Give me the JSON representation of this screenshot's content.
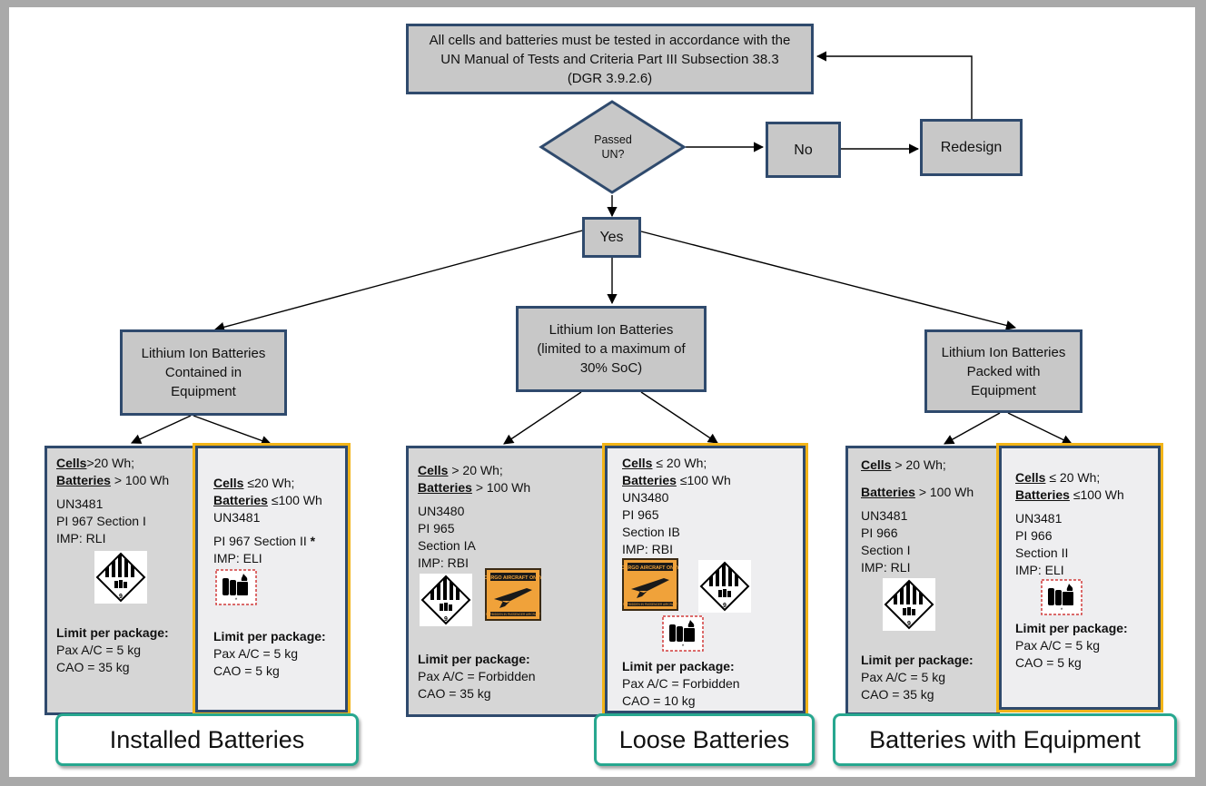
{
  "top_box": "All cells and batteries must be tested in accordance with the UN Manual of Tests and Criteria Part III Subsection 38.3 (DGR 3.9.2.6)",
  "decision": {
    "line1": "Passed",
    "line2": "UN?"
  },
  "no_box": "No",
  "redesign_box": "Redesign",
  "yes_box": "Yes",
  "colors": {
    "box_fill": "#c8c8c8",
    "box_border": "#2f4a6d",
    "highlight_border": "#f2b418",
    "tag_border": "#27a78f"
  },
  "branches": [
    {
      "title": "Lithium Ion Batteries Contained in Equipment",
      "tag": "Installed Batteries",
      "cards": [
        {
          "cells_label": "Cells",
          "cells_value": ">20 Wh;",
          "batteries_label": "Batteries",
          "batteries_value": "> 100 Wh",
          "un": "UN3481",
          "pi": "PI 967 Section I",
          "imp": "IMP: RLI",
          "limit_label": "Limit per package:",
          "pax": "Pax A/C = 5 kg",
          "cao": "CAO = 35 kg"
        },
        {
          "cells_label": "Cells",
          "cells_value": "≤20 Wh;",
          "batteries_label": "Batteries",
          "batteries_value": "≤100 Wh",
          "un": "UN3481",
          "pi": "PI 967 Section II",
          "pi_mark": "*",
          "imp": "IMP: ELI",
          "limit_label": "Limit per package:",
          "pax": "Pax A/C = 5 kg",
          "cao": "CAO = 5 kg"
        }
      ]
    },
    {
      "title": "Lithium Ion Batteries (limited to a maximum of 30% SoC)",
      "tag": "Loose Batteries",
      "cards": [
        {
          "cells_label": "Cells",
          "cells_value": "> 20 Wh;",
          "batteries_label": "Batteries",
          "batteries_value": "> 100 Wh",
          "un": "UN3480",
          "pi": "PI 965",
          "section": "Section IA",
          "imp": "IMP: RBI",
          "limit_label": "Limit per package:",
          "pax": "Pax A/C = Forbidden",
          "cao": "CAO = 35 kg"
        },
        {
          "cells_label": "Cells",
          "cells_value": "≤ 20 Wh;",
          "batteries_label": "Batteries",
          "batteries_value": "≤100 Wh",
          "un": "UN3480",
          "pi": "PI 965",
          "section": "Section IB",
          "imp": "IMP: RBI",
          "limit_label": "Limit per package:",
          "pax": "Pax A/C = Forbidden",
          "cao": "CAO = 10 kg"
        }
      ]
    },
    {
      "title": "Lithium Ion Batteries Packed with Equipment",
      "tag": "Batteries with Equipment",
      "cards": [
        {
          "cells_label": "Cells",
          "cells_value": "> 20 Wh;",
          "batteries_label": "Batteries",
          "batteries_value": "> 100 Wh",
          "un": "UN3481",
          "pi": "PI 966",
          "section": "Section I",
          "imp": "IMP: RLI",
          "limit_label": "Limit per package:",
          "pax": "Pax A/C =  5 kg",
          "cao": "CAO = 35 kg"
        },
        {
          "cells_label": "Cells",
          "cells_value": "≤ 20 Wh;",
          "batteries_label": "Batteries",
          "batteries_value": "≤100 Wh",
          "un": "UN3481",
          "pi": "PI 966",
          "section": "Section II",
          "imp": "IMP: ELI",
          "limit_label": "Limit per package:",
          "pax": "Pax A/C = 5 kg",
          "cao": "CAO = 5 kg"
        }
      ]
    }
  ],
  "labels": {
    "class9_number": "9",
    "cao_label": "CARGO AIRCRAFT ONLY",
    "cao_footer": "FORBIDDEN IN PASSENGER AIRCRAFT",
    "battery_mark_star": "*"
  }
}
